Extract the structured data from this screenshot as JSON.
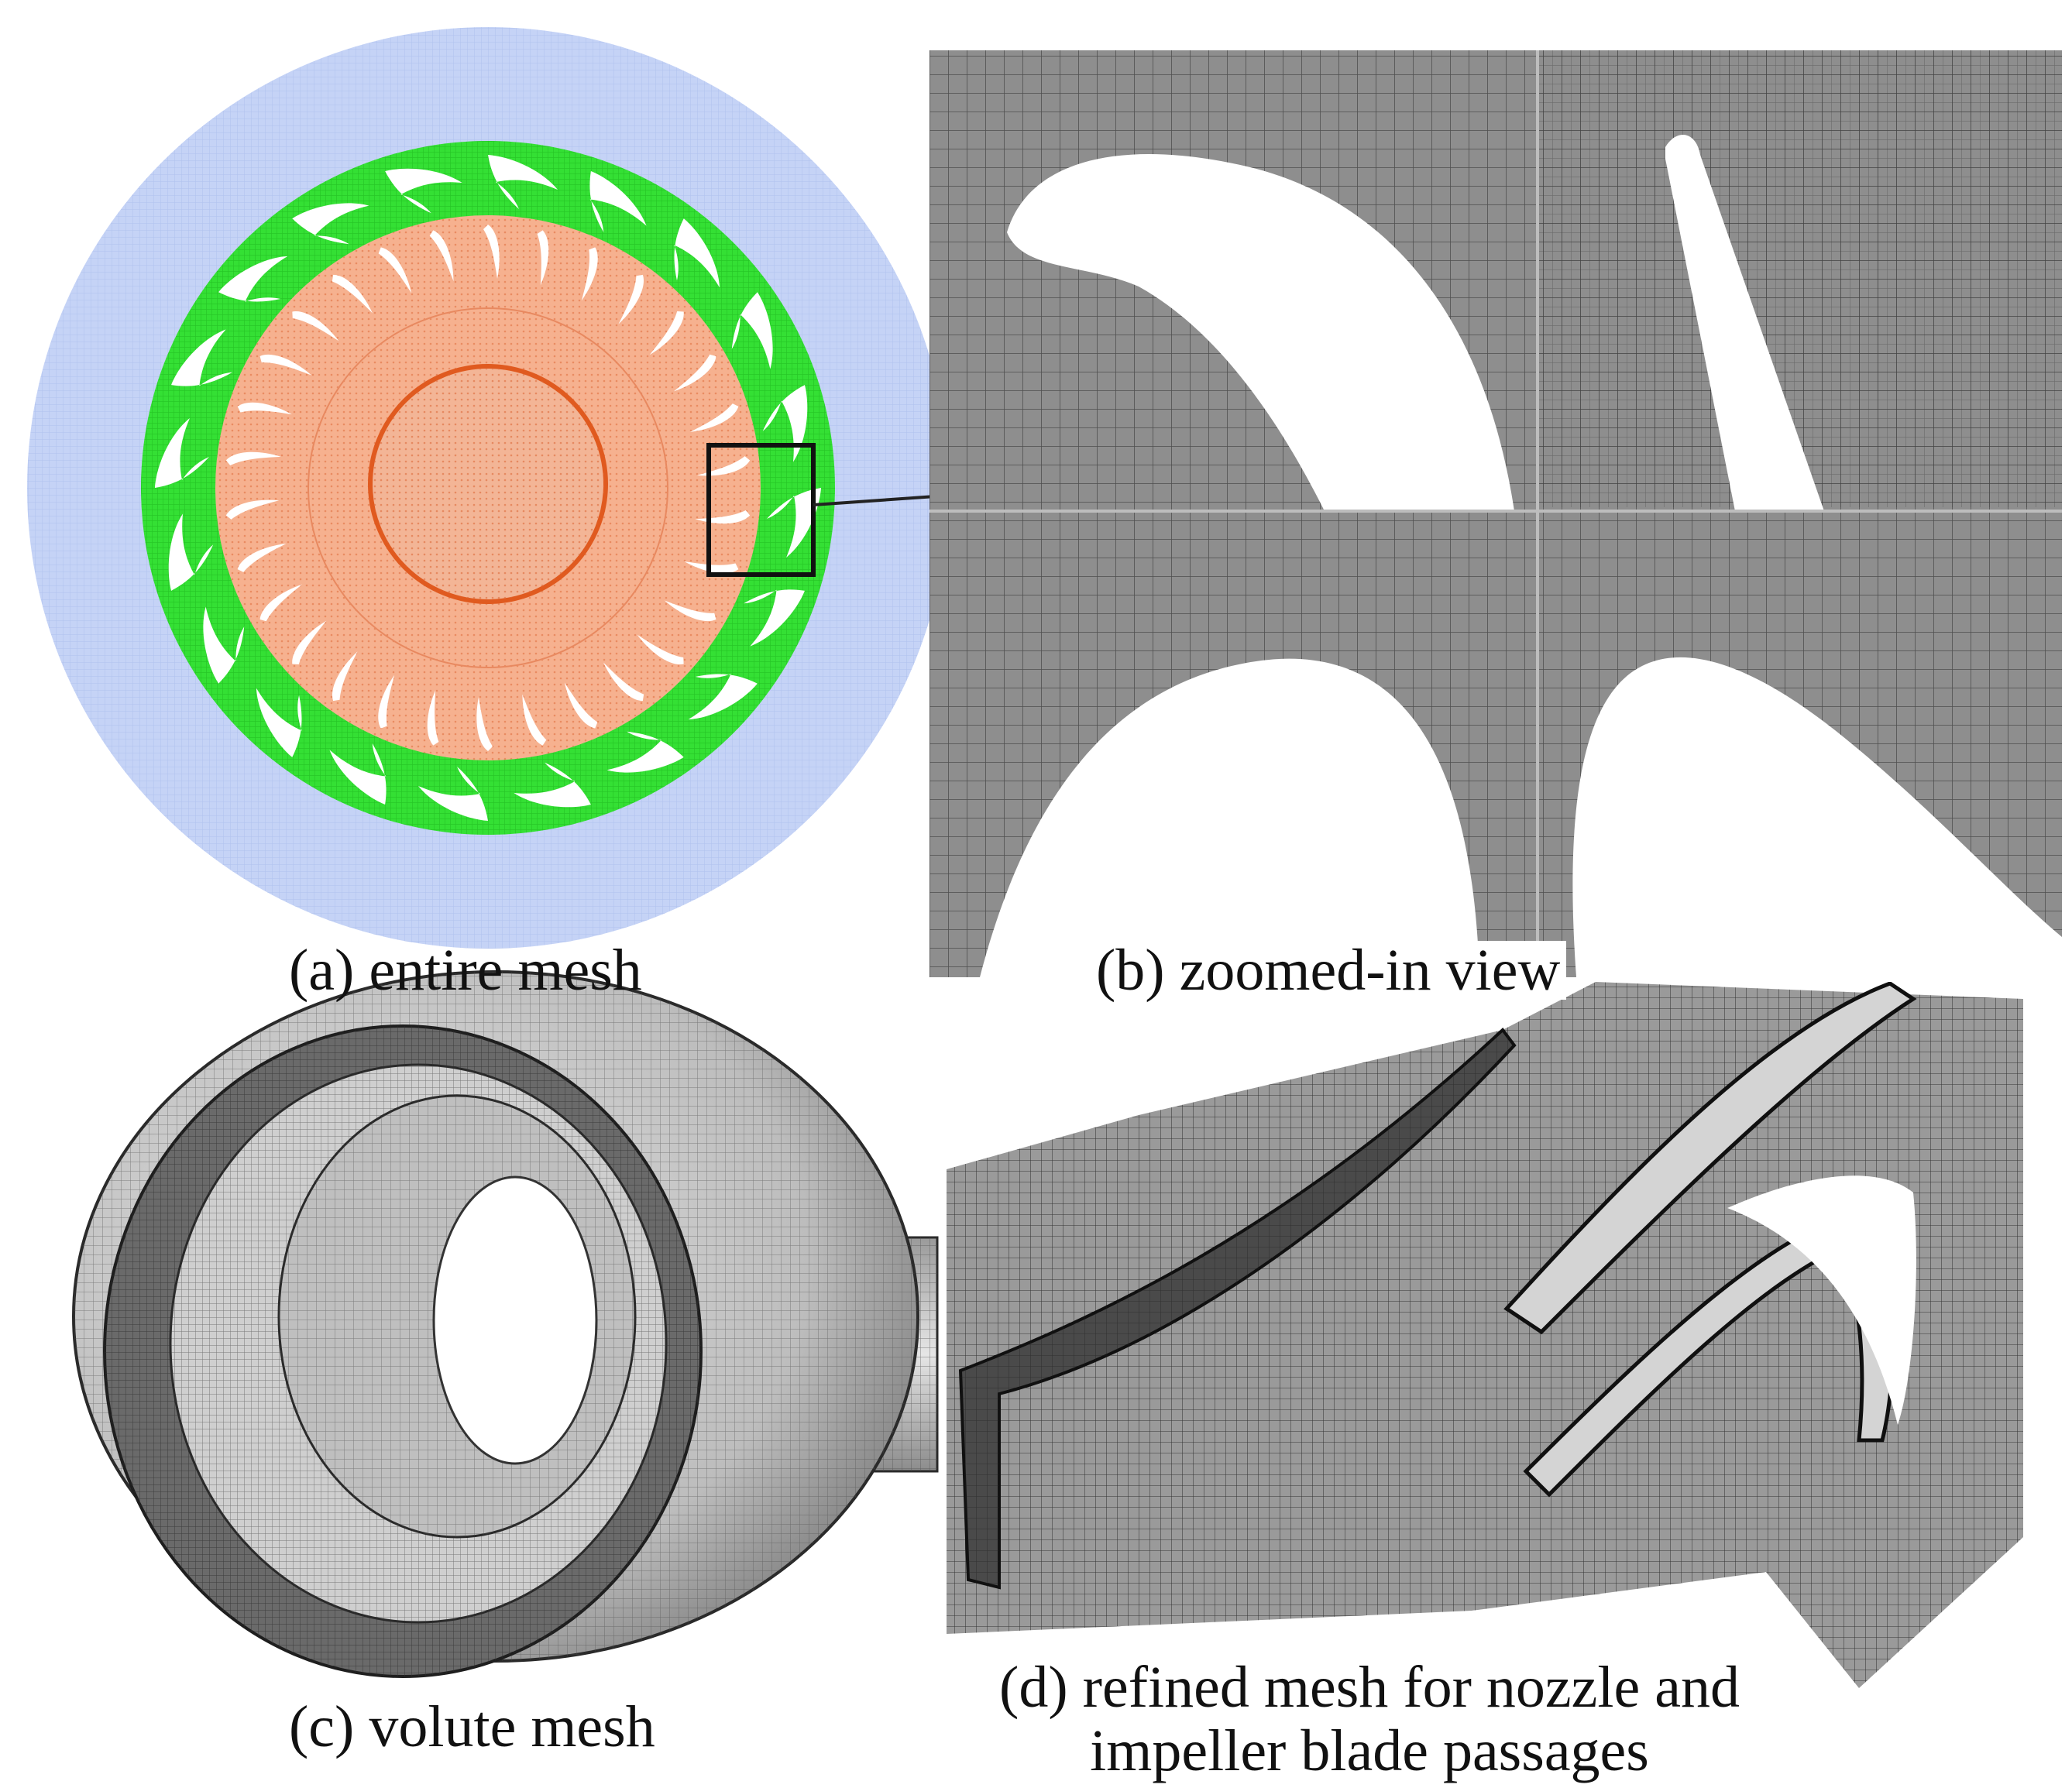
{
  "panels": {
    "a": {
      "caption": "(a) entire mesh"
    },
    "b": {
      "caption": "(b) zoomed-in view"
    },
    "c": {
      "caption": "(c) volute mesh"
    },
    "d": {
      "caption_line1": "(d) refined mesh for nozzle and",
      "caption_line2": "impeller blade passages"
    }
  },
  "colors": {
    "outer_mesh": "#c5d3f6",
    "nozzle_ring": "#34e034",
    "impeller_ring": "#f6b18f",
    "hub": "#f3b596",
    "mesh_grey": "#8e8e8e",
    "mesh_dark": "#3c3c3c",
    "blade_white": "#ffffff"
  }
}
